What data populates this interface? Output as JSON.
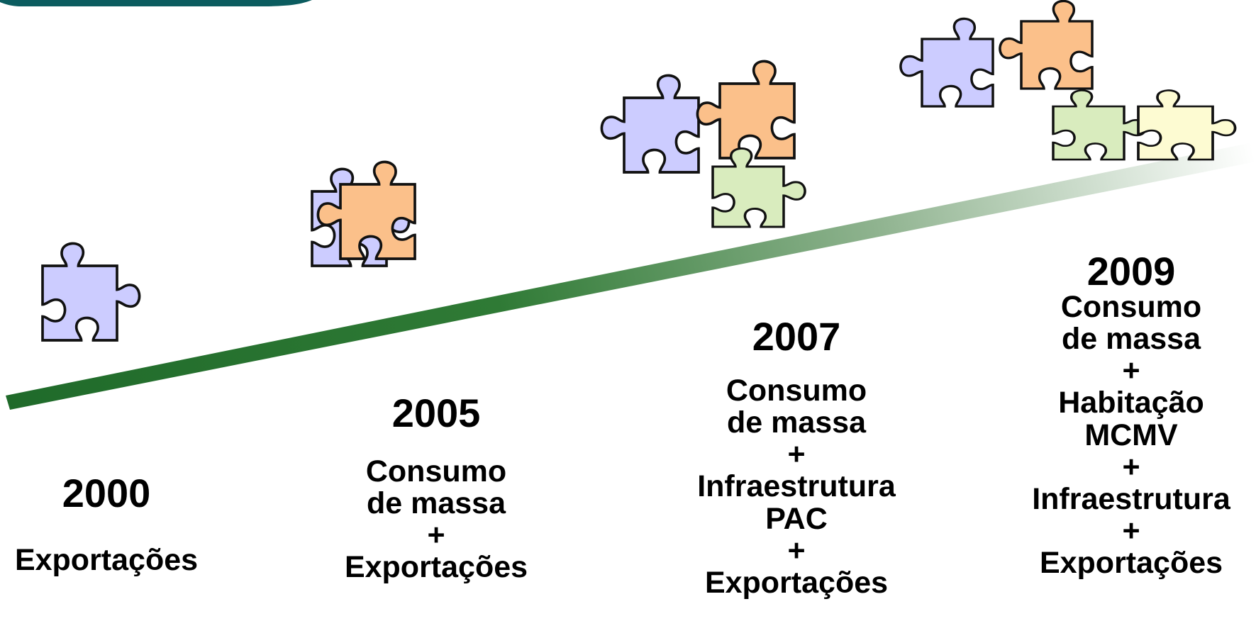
{
  "colors": {
    "piece_purple": "#ccccff",
    "piece_orange": "#fbc08a",
    "piece_green": "#d9ecbe",
    "piece_yellow": "#fdfbd2",
    "line_dark": "#1f6a2a",
    "header_teal": "#0b5c5f"
  },
  "stages": [
    {
      "year": "2000",
      "lines": [
        "Exportações"
      ],
      "pieces": [
        "purple"
      ]
    },
    {
      "year": "2005",
      "lines": [
        "Consumo",
        "de massa",
        "+",
        "Exportações"
      ],
      "pieces": [
        "purple",
        "orange"
      ]
    },
    {
      "year": "2007",
      "lines": [
        "Consumo",
        "de massa",
        "+",
        "Infraestrutura",
        "PAC",
        "+",
        "Exportações"
      ],
      "pieces": [
        "purple",
        "orange",
        "green"
      ]
    },
    {
      "year": "2009",
      "lines": [
        "Consumo",
        "de massa",
        "+",
        "Habitação",
        "MCMV",
        "+",
        "Infraestrutura",
        "+",
        "Exportações"
      ],
      "pieces": [
        "purple",
        "orange",
        "green",
        "yellow"
      ]
    }
  ]
}
